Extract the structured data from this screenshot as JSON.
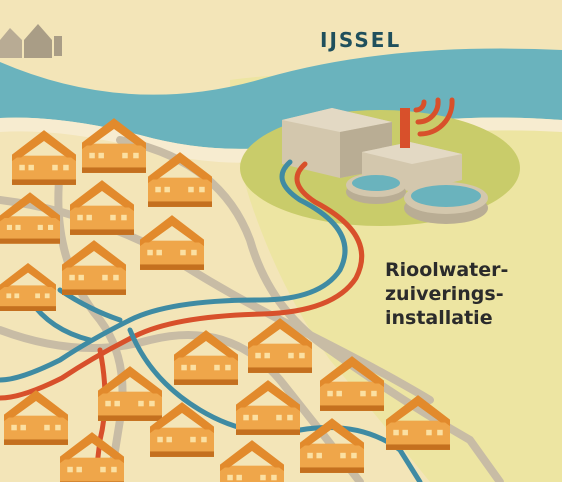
{
  "river": {
    "name": "IJSSEL"
  },
  "plant": {
    "label_lines": [
      "Rioolwater-",
      "zuiverings-",
      "installatie"
    ]
  },
  "colors": {
    "sand": "#f3e5b8",
    "field": "#ede5a2",
    "plant_ground": "#c9cc6a",
    "river": "#6ab3bd",
    "river_shore": "#f7ecd0",
    "house_roof": "#e28a2c",
    "house_wall": "#efa64a",
    "house_shadow": "#c4701f",
    "road": "#c8bca5",
    "pipe_blue": "#3f8ba3",
    "pipe_red": "#d8502b",
    "plant_building": "#d3c7ad",
    "plant_dark": "#a89b80",
    "signal": "#d8502b"
  },
  "icons": {
    "antenna": "wifi-signal-icon",
    "houses": "house-icon"
  }
}
